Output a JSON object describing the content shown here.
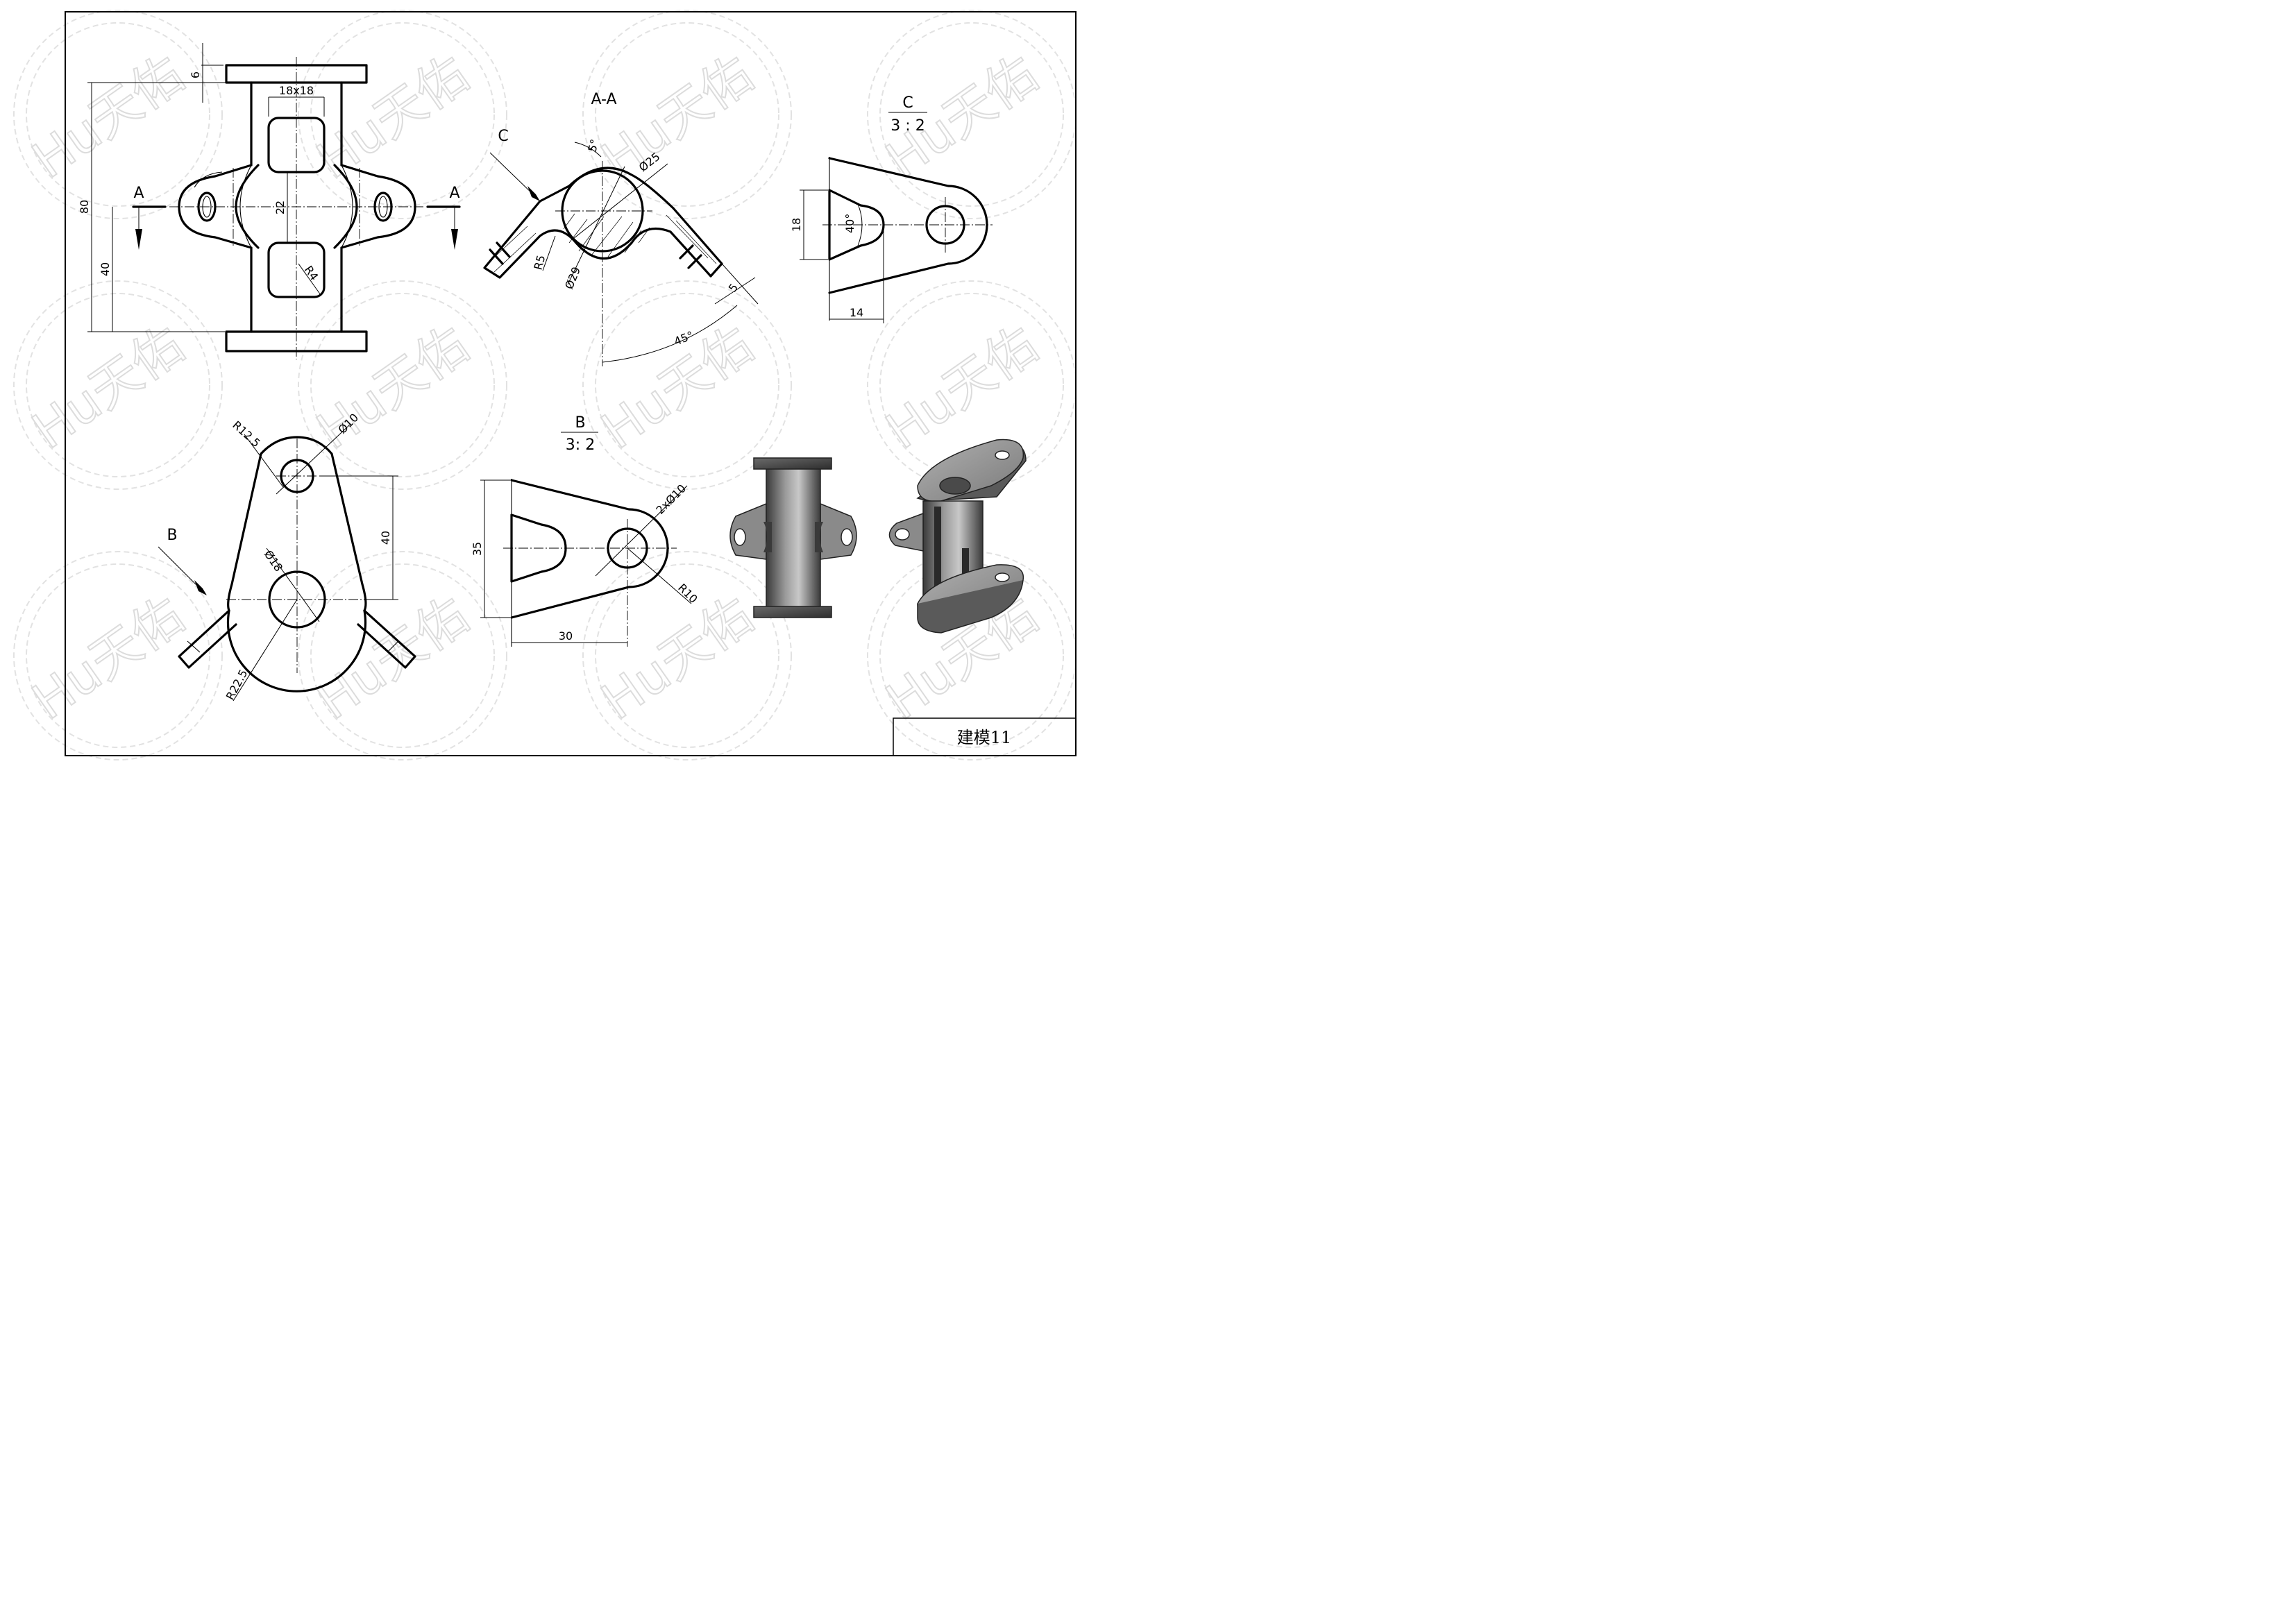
{
  "watermark": {
    "text": "Hu天佑"
  },
  "title_block": {
    "name": "建模11"
  },
  "top_view": {
    "labels": {
      "d6": "6",
      "d18x18": "18x18",
      "d80": "80",
      "d40": "40",
      "d22": "22",
      "r4": "R4",
      "section_left": "A",
      "section_right": "A"
    }
  },
  "section_aa": {
    "title": "A-A",
    "labels": {
      "c_arrow": "C",
      "a5deg": "5°",
      "d25": "Ø25",
      "r5": "R5",
      "d29": "Ø29",
      "d5": "5",
      "a45": "45°"
    }
  },
  "detail_c": {
    "title": "C",
    "scale": "3 : 2",
    "labels": {
      "d18": "18",
      "a40": "40°",
      "d14": "14"
    }
  },
  "front_view": {
    "labels": {
      "r12_5": "R12.5",
      "d10": "Ø10",
      "d40": "40",
      "d18": "Ø18",
      "r22_5": "R22.5",
      "b_arrow": "B"
    }
  },
  "detail_b": {
    "title": "B",
    "scale": "3: 2",
    "labels": {
      "d35": "35",
      "d2x10": "2xØ10",
      "r10": "R10",
      "d30": "30"
    }
  },
  "iso_views": {
    "count": 2
  },
  "colors": {
    "line": "#000000",
    "shade_dark": "#4a4a4a",
    "shade_mid": "#8a8a8a",
    "shade_light": "#c4c4c4",
    "watermark": "#dcdcdc"
  }
}
